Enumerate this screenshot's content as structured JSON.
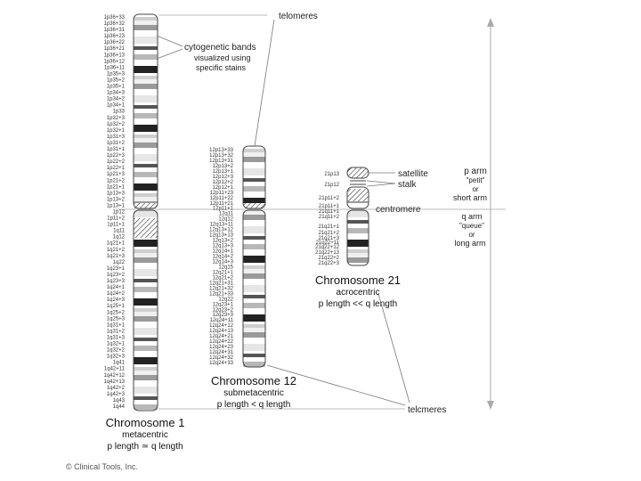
{
  "annotations": {
    "telomeres_top": "telomeres",
    "telomeres_bottom": "telcmeres",
    "bands": "cytogenetic bands",
    "bands_line2": "visualized using",
    "bands_line3": "specific stains",
    "satellite": "satellite",
    "stalk": "stalk",
    "centromere": "centromere",
    "p_arm": "p arm",
    "p_arm_2": "\"petit\"",
    "p_arm_3": "or",
    "p_arm_4": "short arm",
    "q_arm": "q arm",
    "q_arm_2": "\"queue\"",
    "q_arm_3": "or",
    "q_arm_4": "long arm"
  },
  "chromosomes": [
    {
      "id": "chr1",
      "name": "Chromosome 1",
      "type": "metacentric",
      "ratio": "p length ≃ q length",
      "labels": [
        "1p36+33",
        "1p36+32",
        "1p36+31",
        "1p36+23",
        "1p36+22",
        "1p36+21",
        "1p36+13",
        "1p36+12",
        "1p36+11",
        "1p35+3",
        "1p35+2",
        "1p35+1",
        "1p34+3",
        "1p34+2",
        "1p34+1",
        "1p33",
        "1p32+3",
        "1p32+2",
        "1p32+1",
        "1p31+3",
        "1p31+2",
        "1p31+1",
        "1p22+3",
        "1p22+2",
        "1p22+1",
        "1p21+3",
        "1p21+2",
        "1p21+1",
        "1p13+3",
        "1p13+2",
        "1p13+1",
        "1p12",
        "1p11+2",
        "1p11+1",
        "1q11",
        "1q12",
        "1q21+1",
        "1q21+2",
        "1q21+3",
        "1q22",
        "1q23+1",
        "1q23+2",
        "1q23+3",
        "1q24+1",
        "1q24+2",
        "1q24+3",
        "1q25+1",
        "1q25+2",
        "1q25+3",
        "1q31+1",
        "1q31+2",
        "1q31+3",
        "1q32+1",
        "1q32+2",
        "1q32+3",
        "1q41",
        "1q42+11",
        "1q42+12",
        "1q42+13",
        "1q42+2",
        "1q42+3",
        "1q43",
        "1q44"
      ]
    },
    {
      "id": "chr12",
      "name": "Chromosome 12",
      "type": "submetacentric",
      "ratio": "p length < q length",
      "labels": [
        "12p13+33",
        "12p13+32",
        "12p13+31",
        "12p13+2",
        "12p13+1",
        "12p12+3",
        "12p12+2",
        "12p12+1",
        "12p11+23",
        "12p11+22",
        "12p11+21",
        "12p11+1",
        "12q11",
        "12q12",
        "12q13+11",
        "12q13+12",
        "12q13+13",
        "12q13+2",
        "12q13+3",
        "12q14+1",
        "12q14+2",
        "12q14+3",
        "12q15",
        "12q21+1",
        "12q21+2",
        "12q21+31",
        "12q21+32",
        "12q21+33",
        "12q22",
        "12q23+1",
        "12q23+2",
        "12q23+3",
        "12q24+11",
        "12q24+12",
        "12q24+13",
        "12q24+21",
        "12q24+22",
        "12q24+23",
        "12q24+31",
        "12q24+32",
        "12q24+33"
      ]
    },
    {
      "id": "chr21",
      "name": "Chromosome 21",
      "type": "acrocentric",
      "ratio": "p length << q length",
      "labels": [
        "21p13",
        "21p12",
        "21p11+2",
        "21p11+1",
        "21q11+1",
        "21q11+2",
        "21q21+1",
        "21q21+2",
        "21q21+3",
        "21q22+11",
        "21q22+12",
        "21q22+13",
        "21q22+2",
        "21q22+3"
      ]
    }
  ],
  "copyright": "© Clinical Tools, Inc."
}
